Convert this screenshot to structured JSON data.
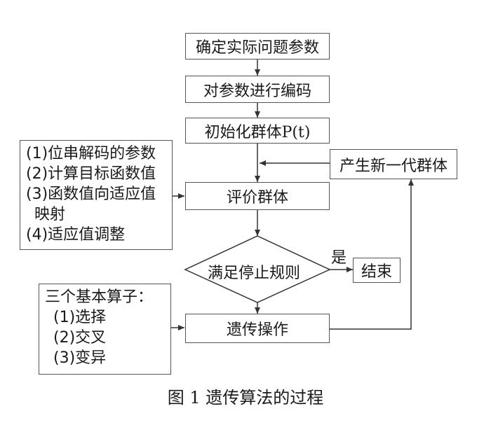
{
  "steps": {
    "determine": "确定实际问题参数",
    "encode": "对参数进行编码",
    "init": "初始化群体P(t)",
    "evaluate": "评价群体",
    "condition": "满足停止规则",
    "operate": "遗传操作",
    "new_gen": "产生新一代群体",
    "end": "结束"
  },
  "yes_label": "是",
  "eval_notes": [
    "(1)位串解码的参数",
    "(2)计算目标函数值",
    "(3)函数值向适应值",
    "映射",
    "(4)适应值调整"
  ],
  "op_notes": [
    "三个基本算子：",
    "(1)选择",
    "(2)交叉",
    "(3)变异"
  ],
  "caption": "图 1  遗传算法的过程"
}
